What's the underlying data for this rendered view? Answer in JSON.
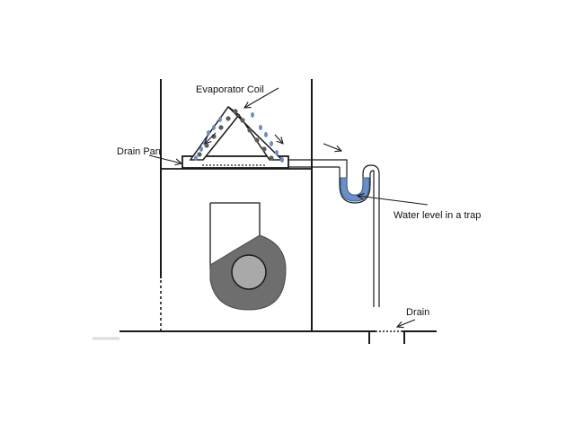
{
  "labels": {
    "evaporator_coil": "Evaporator Coil",
    "drain_pan": "Drain Pan",
    "water_level": "Water level in a trap",
    "drain": "Drain"
  },
  "icons": {
    "arrow": "arrow-icon",
    "water_droplet": "water-droplet-icon",
    "blower_fan": "blower-fan-icon"
  },
  "colors": {
    "line": "#1a1a1a",
    "water": "#6a8fc8",
    "fan": "#6e6e6e",
    "fan_hub": "#a9a9a9"
  }
}
